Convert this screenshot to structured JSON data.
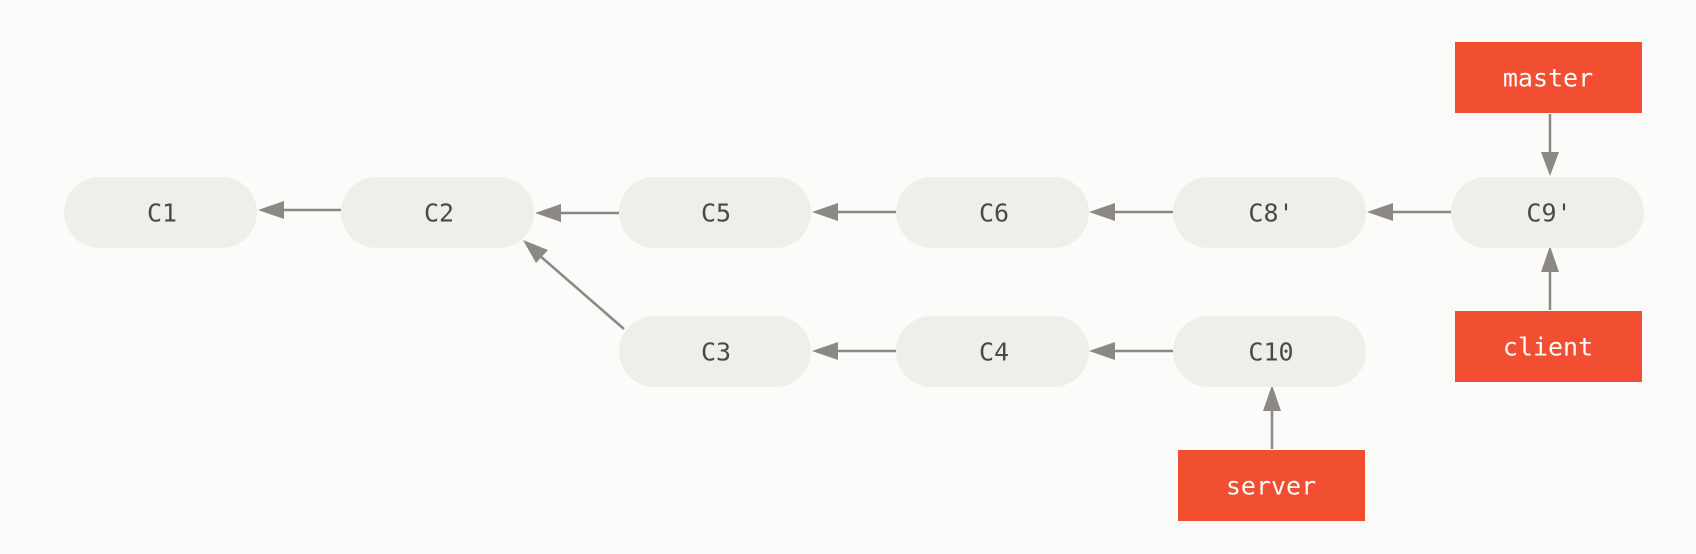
{
  "commits": {
    "c1": "C1",
    "c2": "C2",
    "c5": "C5",
    "c6": "C6",
    "c8": "C8'",
    "c9": "C9'",
    "c3": "C3",
    "c4": "C4",
    "c10": "C10"
  },
  "branches": {
    "master": "master",
    "client": "client",
    "server": "server"
  },
  "edges": [
    {
      "from": "C2",
      "to": "C1"
    },
    {
      "from": "C5",
      "to": "C2"
    },
    {
      "from": "C6",
      "to": "C5"
    },
    {
      "from": "C8'",
      "to": "C6"
    },
    {
      "from": "C9'",
      "to": "C8'"
    },
    {
      "from": "C3",
      "to": "C2"
    },
    {
      "from": "C4",
      "to": "C3"
    },
    {
      "from": "C10",
      "to": "C4"
    },
    {
      "from": "master",
      "to": "C9'"
    },
    {
      "from": "client",
      "to": "C9'"
    },
    {
      "from": "server",
      "to": "C10"
    }
  ],
  "colors": {
    "commit_fill": "#efefe9",
    "branch_fill": "#f14e32",
    "edge": "#8c8883",
    "background": "#fbfbf9"
  }
}
